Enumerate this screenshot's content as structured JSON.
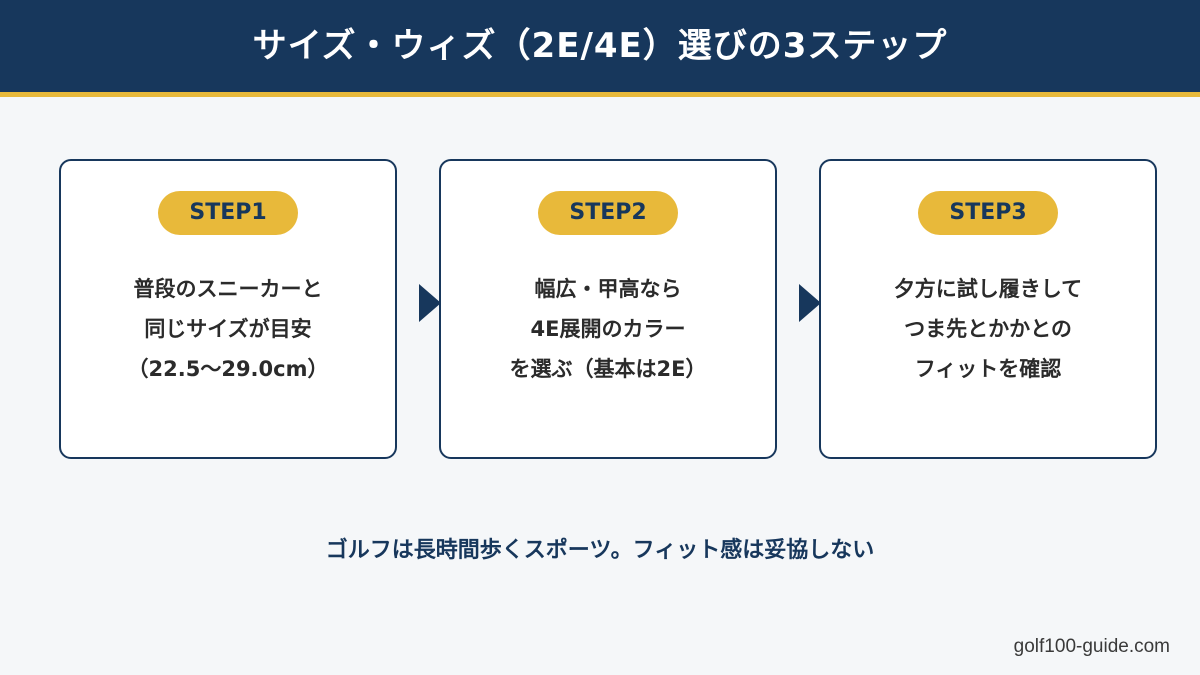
{
  "header": {
    "title": "サイズ・ウィズ（2E/4E）選びの3ステップ"
  },
  "steps": [
    {
      "badge": "STEP1",
      "lines": [
        "普段のスニーカーと",
        "同じサイズが目安",
        "（22.5〜29.0cm）"
      ]
    },
    {
      "badge": "STEP2",
      "lines": [
        "幅広・甲高なら",
        "4E展開のカラー",
        "を選ぶ（基本は2E）"
      ]
    },
    {
      "badge": "STEP3",
      "lines": [
        "夕方に試し履きして",
        "つま先とかかとの",
        "フィットを確認"
      ]
    }
  ],
  "icons": {
    "arrow": "triangle-right-icon"
  },
  "tagline": "ゴルフは長時間歩くスポーツ。フィット感は妥協しない",
  "site": "golf100-guide.com",
  "colors": {
    "navy": "#17375c",
    "gold": "#e8b93a",
    "background": "#f5f7f9"
  }
}
